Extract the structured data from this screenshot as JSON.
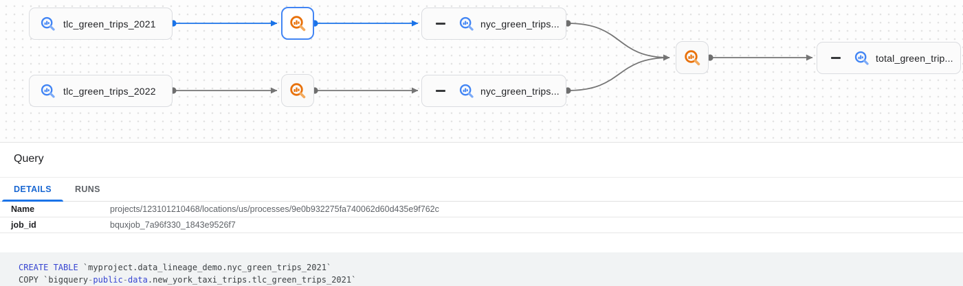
{
  "colors": {
    "accent_blue": "#1a73e8",
    "selected_border_blue": "#4285f4",
    "bigquery_icon_blue": "#4285f4",
    "bigquery_icon_blue_handle": "#7baaf7",
    "process_icon_orange": "#e8710a",
    "process_icon_orange_handle": "#f3a95c",
    "edge_gray": "#757575",
    "keyword_blue": "#3745d1",
    "code_background": "#f1f3f4"
  },
  "icons": {
    "table_node": "bigquery-magnifier-chart-blue",
    "process_node": "bigquery-magnifier-chart-orange",
    "collapse": "minus"
  },
  "graph": {
    "nodes": {
      "tlc_2021": {
        "label": "tlc_green_trips_2021",
        "type": "bigquery-table"
      },
      "tlc_2022": {
        "label": "tlc_green_trips_2022",
        "type": "bigquery-table"
      },
      "process_2021": {
        "type": "query-process",
        "selected": true
      },
      "process_2022": {
        "type": "query-process",
        "selected": false
      },
      "nyc_2021": {
        "label": "nyc_green_trips...",
        "type": "bigquery-table",
        "collapsible": true
      },
      "nyc_2022": {
        "label": "nyc_green_trips...",
        "type": "bigquery-table",
        "collapsible": true
      },
      "process_union": {
        "type": "query-process",
        "selected": false
      },
      "total": {
        "label": "total_green_trip...",
        "type": "bigquery-table",
        "collapsible": true
      }
    }
  },
  "panel": {
    "title": "Query",
    "tabs": [
      {
        "label": "DETAILS",
        "active": true
      },
      {
        "label": "RUNS",
        "active": false
      }
    ],
    "details": [
      {
        "label": "Name",
        "value": "projects/123101210468/locations/us/processes/9e0b932275fa740062d60d435e9f762c"
      },
      {
        "label": "job_id",
        "value": "bquxjob_7a96f330_1843e9526f7"
      }
    ],
    "code": {
      "lines": [
        [
          {
            "text": "CREATE TABLE",
            "style": "keyword"
          },
          {
            "text": " `myproject.data_lineage_demo.nyc_green_trips_2021`",
            "style": "plain"
          }
        ],
        [
          {
            "text": "COPY `bigquery",
            "style": "plain"
          },
          {
            "text": "-",
            "style": "dim"
          },
          {
            "text": "public",
            "style": "keyword"
          },
          {
            "text": "-",
            "style": "dim"
          },
          {
            "text": "data",
            "style": "keyword"
          },
          {
            "text": ".new_york_taxi_trips.tlc_green_trips_2021`",
            "style": "plain"
          }
        ]
      ]
    }
  }
}
